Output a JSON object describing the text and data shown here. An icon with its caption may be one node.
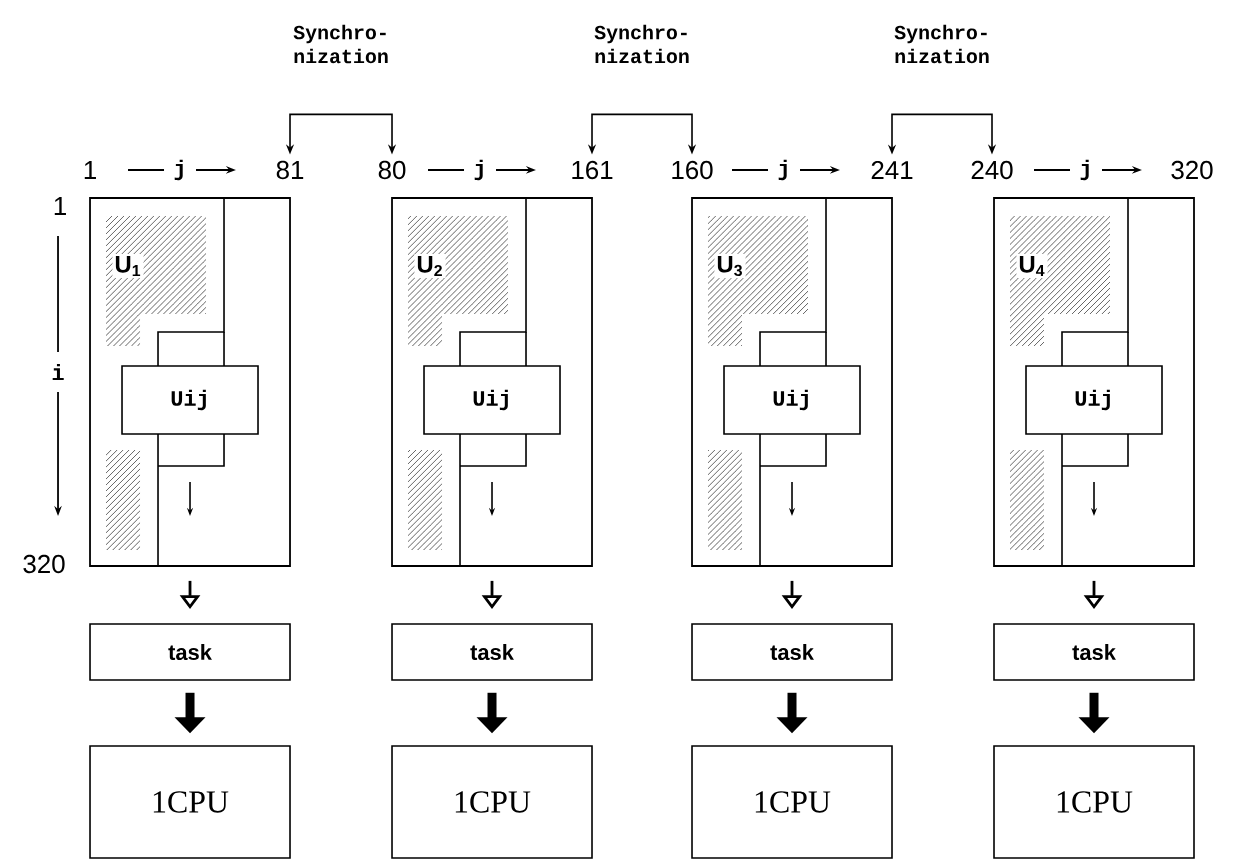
{
  "diagram": {
    "nodes": [
      {
        "text": [
          "81"
        ]
      },
      {
        "text": [
          "80"
        ]
      },
      {
        "text": [
          "161"
        ]
      },
      {
        "text": [
          "160"
        ]
      },
      {
        "text": [
          "241"
        ]
      },
      {
        "text": [
          "240"
        ]
      },
      {
        "text": [
          "U$_{1}$"
        ]
      },
      {
        "text": [
          "Uij"
        ],
        "in": 6
      },
      {
        "text": [
          "task"
        ]
      },
      {
        "text": [
          "1CPU"
        ]
      },
      {
        "text": [
          "U$_{2}$"
        ]
      },
      {
        "text": [
          "Uij"
        ],
        "in": 10
      },
      {
        "text": [
          "task"
        ]
      },
      {
        "text": [
          "1CPU"
        ]
      },
      {
        "text": [
          "U$_{3}$"
        ]
      },
      {
        "text": [
          "Uij"
        ],
        "in": 14
      },
      {
        "text": [
          "task"
        ]
      },
      {
        "text": [
          "1CPU"
        ]
      },
      {
        "text": [
          "U$_{4}$"
        ]
      },
      {
        "text": [
          "Uij"
        ],
        "in": 18
      },
      {
        "text": [
          "task"
        ]
      },
      {
        "text": [
          "1CPU"
        ]
      }
    ],
    "edges": [
      {
        "from": 1,
        "to": 0,
        "arrow": "both",
        "label": "Synchro- nization"
      },
      {
        "from": 3,
        "to": 2,
        "arrow": "both",
        "label": "Synchro- nization"
      },
      {
        "from": 5,
        "to": 4,
        "arrow": "both",
        "label": "Synchro- nization"
      },
      {
        "from": 6,
        "to": 8,
        "arrow": "to"
      },
      {
        "from": 8,
        "to": 9,
        "arrow": "to",
        "style": "thick"
      },
      {
        "from": 10,
        "to": 12,
        "arrow": "to"
      },
      {
        "from": 12,
        "to": 13,
        "arrow": "to",
        "style": "thick"
      },
      {
        "from": 14,
        "to": 16,
        "arrow": "to"
      },
      {
        "from": 16,
        "to": 17,
        "arrow": "to",
        "style": "thick"
      },
      {
        "from": 18,
        "to": 20,
        "arrow": "to"
      },
      {
        "from": 20,
        "to": 21,
        "arrow": "to",
        "style": "thick"
      }
    ],
    "labels": [
      "1",
      "j",
      "j",
      "j",
      "j",
      "320",
      "1",
      "i",
      "320"
    ]
  }
}
